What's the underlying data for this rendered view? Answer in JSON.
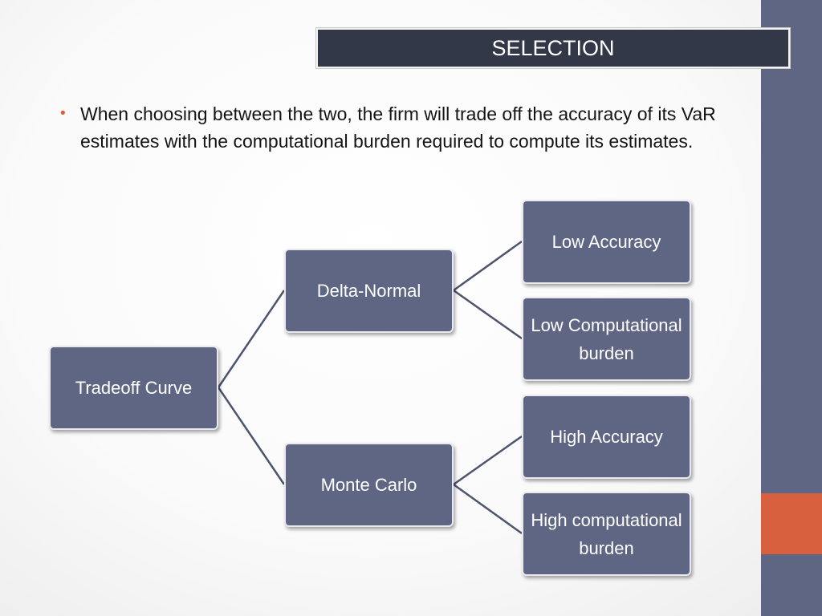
{
  "slide": {
    "title": "SELECTION",
    "bullet": "When choosing between the two, the firm will trade off the accuracy of its VaR estimates with the computational burden required to compute its estimates."
  },
  "diagram": {
    "root": "Tradeoff Curve",
    "branches": [
      {
        "label": "Delta-Normal",
        "leaves": [
          "Low Accuracy",
          "Low Computational burden"
        ]
      },
      {
        "label": "Monte Carlo",
        "leaves": [
          "High Accuracy",
          "High computational burden"
        ]
      }
    ]
  },
  "colors": {
    "node_fill": "#5f6684",
    "title_bar": "#333848",
    "accent": "#d8603f",
    "side_bar": "#5f6684",
    "connector": "#4d5470"
  }
}
